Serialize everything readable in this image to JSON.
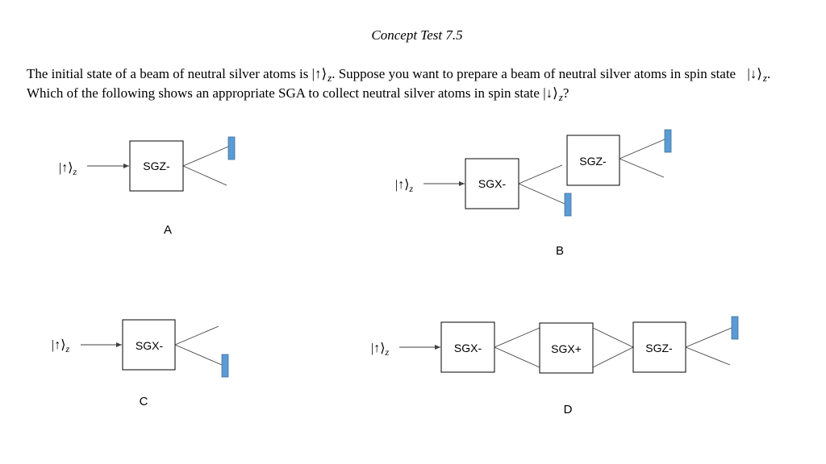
{
  "title": "Concept Test 7.5",
  "question": {
    "part1": "The initial state of a beam of neutral silver atoms is",
    "part2": ". Suppose you want to prepare a beam of neutral silver atoms in spin state",
    "part3": ". Which of the following shows an appropriate SGA to collect neutral silver atoms in spin state",
    "part4": "?",
    "ket_up": "|↑⟩",
    "ket_down": "|↓⟩",
    "ket_subscript": "z"
  },
  "diagrams": {
    "a": {
      "letter": "A",
      "input": "|↑⟩",
      "input_sub": "z",
      "boxes": [
        "SGZ-"
      ]
    },
    "b": {
      "letter": "B",
      "input": "|↑⟩",
      "input_sub": "z",
      "boxes": [
        "SGX-",
        "SGZ-"
      ]
    },
    "c": {
      "letter": "C",
      "input": "|↑⟩",
      "input_sub": "z",
      "boxes": [
        "SGX-"
      ]
    },
    "d": {
      "letter": "D",
      "input": "|↑⟩",
      "input_sub": "z",
      "boxes": [
        "SGX-",
        "SGX+",
        "SGZ-"
      ]
    }
  },
  "colors": {
    "detector": "#5b9bd5",
    "line": "#404040"
  }
}
